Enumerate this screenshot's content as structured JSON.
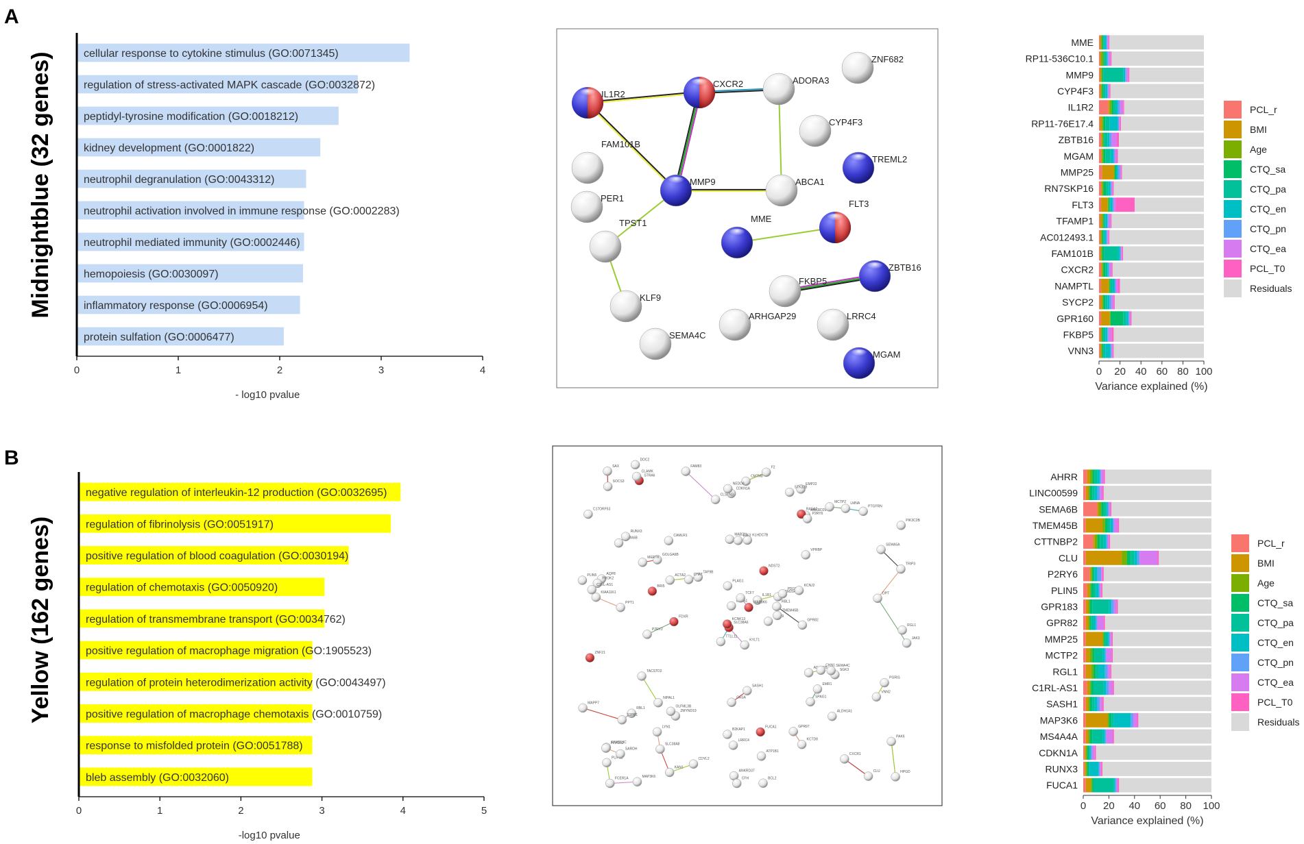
{
  "panels": [
    {
      "letter": "A",
      "module_label": "Midnightblue (32 genes)",
      "bar_color": "#c6dbf5",
      "variance_xlabel": "Variance explained (%)"
    },
    {
      "letter": "B",
      "module_label": "Yellow (162  genes)",
      "bar_color": "#ffff00",
      "variance_xlabel": "Variance explained (%)"
    }
  ],
  "legend_colors": {
    "PCL_r": "#f8766d",
    "BMI": "#cd9600",
    "Age": "#7cae00",
    "CTQ_sa": "#00be67",
    "CTQ_pa": "#00c19a",
    "CTQ_en": "#00bfc4",
    "CTQ_pn": "#61a1f8",
    "CTQ_ea": "#d67cf0",
    "PCL_T0": "#ff61c3",
    "Residuals": "#d9d9d9"
  },
  "chart_data": [
    {
      "type": "bar",
      "orientation": "horizontal",
      "categories": [
        "cellular response to cytokine stimulus (GO:0071345)",
        "regulation of stress-activated MAPK cascade (GO:0032872)",
        "peptidyl-tyrosine modification (GO:0018212)",
        "kidney development (GO:0001822)",
        "neutrophil degranulation (GO:0043312)",
        "neutrophil activation involved in immune response (GO:0002283)",
        "neutrophil mediated immunity (GO:0002446)",
        "hemopoiesis (GO:0030097)",
        "inflammatory response (GO:0006954)",
        "protein sulfation (GO:0006477)"
      ],
      "values": [
        3.28,
        2.77,
        2.58,
        2.4,
        2.26,
        2.24,
        2.24,
        2.23,
        2.2,
        2.04
      ],
      "xlabel": "- log10 pvalue",
      "xlim": [
        0,
        4
      ],
      "xticks": [
        "0",
        "1",
        "2",
        "3",
        "4"
      ]
    },
    {
      "type": "bar",
      "orientation": "horizontal",
      "stacked": true,
      "categories": [
        "MME",
        "RP11-536C10.1",
        "MMP9",
        "CYP4F3",
        "IL1R2",
        "RP11-76E17.4",
        "ZBTB16",
        "MGAM",
        "MMP25",
        "RN7SKP16",
        "FLT3",
        "TFAMP1",
        "AC012493.1",
        "FAM101B",
        "CXCR2",
        "NAMPTL",
        "SYCP2",
        "GPR160",
        "FKBP5",
        "VNN3"
      ],
      "xlabel": "Variance explained (%)",
      "xlim": [
        0,
        100
      ],
      "xticks": [
        "0",
        "20",
        "40",
        "60",
        "80",
        "100"
      ],
      "legend": [
        "PCL_r",
        "BMI",
        "Age",
        "CTQ_sa",
        "CTQ_pa",
        "CTQ_en",
        "CTQ_pn",
        "CTQ_ea",
        "PCL_T0",
        "Residuals"
      ],
      "series": [
        {
          "name": "PCL_r",
          "values": [
            1,
            1,
            1,
            1,
            9,
            1,
            2,
            2,
            3,
            2,
            2,
            1,
            1,
            1,
            2,
            2,
            1,
            2,
            1,
            1
          ]
        },
        {
          "name": "BMI",
          "values": [
            1,
            1,
            1,
            1,
            1,
            2,
            1,
            1,
            11,
            1,
            6,
            2,
            1,
            1,
            1,
            7,
            2,
            8,
            1,
            1
          ]
        },
        {
          "name": "Age",
          "values": [
            1,
            2,
            1,
            1,
            2,
            1,
            1,
            1,
            1,
            1,
            1,
            1,
            1,
            1,
            1,
            1,
            1,
            1,
            1,
            1
          ]
        },
        {
          "name": "CTQ_sa",
          "values": [
            1,
            1,
            1,
            1,
            2,
            2,
            1,
            2,
            1,
            3,
            1,
            1,
            1,
            2,
            2,
            1,
            2,
            12,
            1,
            1
          ]
        },
        {
          "name": "CTQ_pa",
          "values": [
            1,
            2,
            19,
            2,
            2,
            4,
            3,
            5,
            1,
            2,
            1,
            1,
            1,
            13,
            2,
            2,
            2,
            3,
            2,
            2
          ]
        },
        {
          "name": "CTQ_en",
          "values": [
            2,
            1,
            2,
            2,
            2,
            8,
            2,
            3,
            1,
            2,
            2,
            2,
            2,
            2,
            1,
            2,
            2,
            2,
            2,
            5
          ]
        },
        {
          "name": "CTQ_pn",
          "values": [
            1,
            1,
            1,
            1,
            2,
            1,
            2,
            1,
            2,
            1,
            1,
            1,
            1,
            1,
            1,
            1,
            2,
            1,
            1,
            1
          ]
        },
        {
          "name": "CTQ_ea",
          "values": [
            1,
            2,
            2,
            1,
            3,
            1,
            5,
            2,
            1,
            1,
            2,
            2,
            1,
            1,
            2,
            2,
            2,
            1,
            3,
            1
          ]
        },
        {
          "name": "PCL_T0",
          "values": [
            1,
            1,
            1,
            1,
            1,
            1,
            2,
            1,
            1,
            1,
            18,
            1,
            1,
            1,
            1,
            2,
            1,
            1,
            2,
            1
          ]
        }
      ]
    },
    {
      "type": "bar",
      "orientation": "horizontal",
      "categories": [
        "negative regulation of interleukin-12 production (GO:0032695)",
        "regulation of fibrinolysis (GO:0051917)",
        "positive regulation of blood coagulation (GO:0030194)",
        "regulation of chemotaxis (GO:0050920)",
        "regulation of transmembrane transport (GO:0034762)",
        "positive regulation of macrophage migration (GO:1905523)",
        "regulation of protein heterodimerization activity (GO:0043497)",
        "positive regulation of macrophage chemotaxis (GO:0010759)",
        "response to misfolded protein (GO:0051788)",
        "bleb assembly (GO:0032060)"
      ],
      "values": [
        3.97,
        3.85,
        3.33,
        3.03,
        3.03,
        2.88,
        2.88,
        2.88,
        2.88,
        2.88
      ],
      "xlabel": "-log10 pvalue",
      "xlim": [
        0,
        5
      ],
      "xticks": [
        "0",
        "1",
        "2",
        "3",
        "4",
        "5"
      ]
    },
    {
      "type": "bar",
      "orientation": "horizontal",
      "stacked": true,
      "categories": [
        "AHRR",
        "LINC00599",
        "SEMA6B",
        "TMEM45B",
        "CTTNBP2",
        "CLU",
        "P2RY6",
        "PLIN5",
        "GPR183",
        "GPR82",
        "MMP25",
        "MCTP2",
        "RGL1",
        "C1RL-AS1",
        "SASH1",
        "MAP3K6",
        "MS4A4A",
        "CDKN1A",
        "RUNX3",
        "FUCA1"
      ],
      "xlabel": "Variance explained (%)",
      "xlim": [
        0,
        100
      ],
      "xticks": [
        "0",
        "20",
        "40",
        "60",
        "80",
        "100"
      ],
      "legend": [
        "PCL_r",
        "BMI",
        "Age",
        "CTQ_sa",
        "CTQ_pa",
        "CTQ_en",
        "CTQ_pn",
        "CTQ_ea",
        "PCL_T0",
        "Residuals"
      ],
      "series": [
        {
          "name": "PCL_r",
          "values": [
            3,
            2,
            11,
            2,
            8,
            2,
            5,
            3,
            2,
            2,
            2,
            2,
            2,
            3,
            2,
            2,
            2,
            1,
            1,
            2
          ]
        },
        {
          "name": "BMI",
          "values": [
            2,
            2,
            1,
            13,
            1,
            28,
            1,
            2,
            2,
            2,
            13,
            3,
            4,
            2,
            2,
            17,
            2,
            1,
            1,
            4
          ]
        },
        {
          "name": "Age",
          "values": [
            2,
            1,
            2,
            2,
            2,
            4,
            1,
            1,
            1,
            1,
            1,
            2,
            2,
            1,
            1,
            1,
            1,
            1,
            1,
            1
          ]
        },
        {
          "name": "CTQ_sa",
          "values": [
            2,
            2,
            2,
            2,
            2,
            3,
            1,
            2,
            2,
            1,
            1,
            2,
            2,
            2,
            2,
            2,
            2,
            1,
            1,
            1
          ]
        },
        {
          "name": "CTQ_pa",
          "values": [
            2,
            2,
            2,
            2,
            3,
            3,
            1,
            2,
            13,
            2,
            2,
            6,
            2,
            8,
            2,
            2,
            8,
            1,
            1,
            16
          ]
        },
        {
          "name": "CTQ_en",
          "values": [
            2,
            2,
            1,
            2,
            2,
            2,
            2,
            2,
            2,
            2,
            1,
            2,
            5,
            2,
            2,
            13,
            2,
            1,
            7,
            1
          ]
        },
        {
          "name": "CTQ_pn",
          "values": [
            1,
            2,
            1,
            1,
            1,
            2,
            3,
            1,
            2,
            1,
            1,
            1,
            2,
            2,
            2,
            2,
            1,
            1,
            1,
            1
          ]
        },
        {
          "name": "CTQ_ea",
          "values": [
            2,
            2,
            1,
            3,
            1,
            14,
            1,
            1,
            2,
            5,
            1,
            4,
            2,
            3,
            2,
            3,
            5,
            2,
            1,
            1
          ]
        },
        {
          "name": "PCL_T0",
          "values": [
            1,
            1,
            1,
            1,
            1,
            1,
            1,
            1,
            1,
            1,
            1,
            1,
            1,
            1,
            1,
            1,
            1,
            1,
            1,
            1
          ]
        }
      ]
    }
  ],
  "network_a": {
    "nodes": [
      {
        "label": "IL1R2",
        "color": "redblue"
      },
      {
        "label": "CXCR2",
        "color": "redblue"
      },
      {
        "label": "ADORA3",
        "color": "white"
      },
      {
        "label": "ZNF682",
        "color": "white"
      },
      {
        "label": "CYP4F3",
        "color": "white"
      },
      {
        "label": "FAM101B",
        "color": "white"
      },
      {
        "label": "TREML2",
        "color": "blue"
      },
      {
        "label": "PER1",
        "color": "white"
      },
      {
        "label": "MMP9",
        "color": "blue"
      },
      {
        "label": "ABCA1",
        "color": "white"
      },
      {
        "label": "FLT3",
        "color": "redblue"
      },
      {
        "label": "TPST1",
        "color": "white"
      },
      {
        "label": "MME",
        "color": "blue"
      },
      {
        "label": "FKBP5",
        "color": "white"
      },
      {
        "label": "ZBTB16",
        "color": "blue"
      },
      {
        "label": "KLF9",
        "color": "white"
      },
      {
        "label": "ARHGAP29",
        "color": "white"
      },
      {
        "label": "LRRC4",
        "color": "white"
      },
      {
        "label": "SEMA4C",
        "color": "white"
      },
      {
        "label": "MGAM",
        "color": "blue"
      }
    ]
  },
  "network_b": {
    "labels": [
      "KYLT1",
      "SEMA6B",
      "SLC38A6",
      "FAM213C",
      "FAM20A",
      "ZMYND19",
      "EMP22",
      "KLHDC7B",
      "ANKRD29",
      "CELF9",
      "STRA6",
      "HPGD",
      "PPT1",
      "PIK3C2B",
      "TTLL11",
      "VPRBP",
      "MAP3K6",
      "MAB21L",
      "NDST2",
      "RBL1",
      "TAF9B",
      "PLIP1L",
      "SLC38A8",
      "E2F2",
      "PDGFC",
      "SGK3",
      "RUNX3",
      "CDKN1A",
      "KIAA1161",
      "ADAM28",
      "TRIP3",
      "KCNK13",
      "B2KAP1",
      "ERKA1",
      "CAMLR1",
      "MCTP2",
      "OLFML3B",
      "CLU",
      "PAK6",
      "SEMA4C",
      "F2",
      "CHAT",
      "BRI5",
      "SPAG1",
      "KAN1",
      "PLIN5",
      "RBL1",
      "FCER1A",
      "LRRC4",
      "TMEM45B",
      "S1PR1",
      "SEMA5A",
      "C17ORF53",
      "EMR1",
      "KCTD8",
      "LYN1",
      "CLAMK",
      "SAX",
      "FUCA1",
      "PTGFRN",
      "CMTM8",
      "FDXR",
      "AQP8",
      "GOLGA6B",
      "LMNA",
      "DDC2",
      "STK32B",
      "CLSTN3",
      "TCF7",
      "MAPP7",
      "CASA",
      "CDYL2",
      "CHN1",
      "ACTA2",
      "FLVCR2",
      "SOCS3",
      "MERTK",
      "ZNF21",
      "PLAG1",
      "ATP1B1",
      "IL1R1",
      "SARDH",
      "GPR82",
      "PGRIS",
      "ANKRD37",
      "DPT",
      "SASH1",
      "CXCR1",
      "BCL2",
      "GPR97",
      "NEDD8",
      "JAK3",
      "KCNJ2",
      "ALDH1A1",
      "MAP3K6",
      "VNN2",
      "PROK2",
      "CFH",
      "RASA2",
      "P2RY6",
      "P2RY2",
      "FAM83",
      "RGL1",
      "C1RL-AS1",
      "TACSTD2",
      "NIPAL1"
    ]
  }
}
